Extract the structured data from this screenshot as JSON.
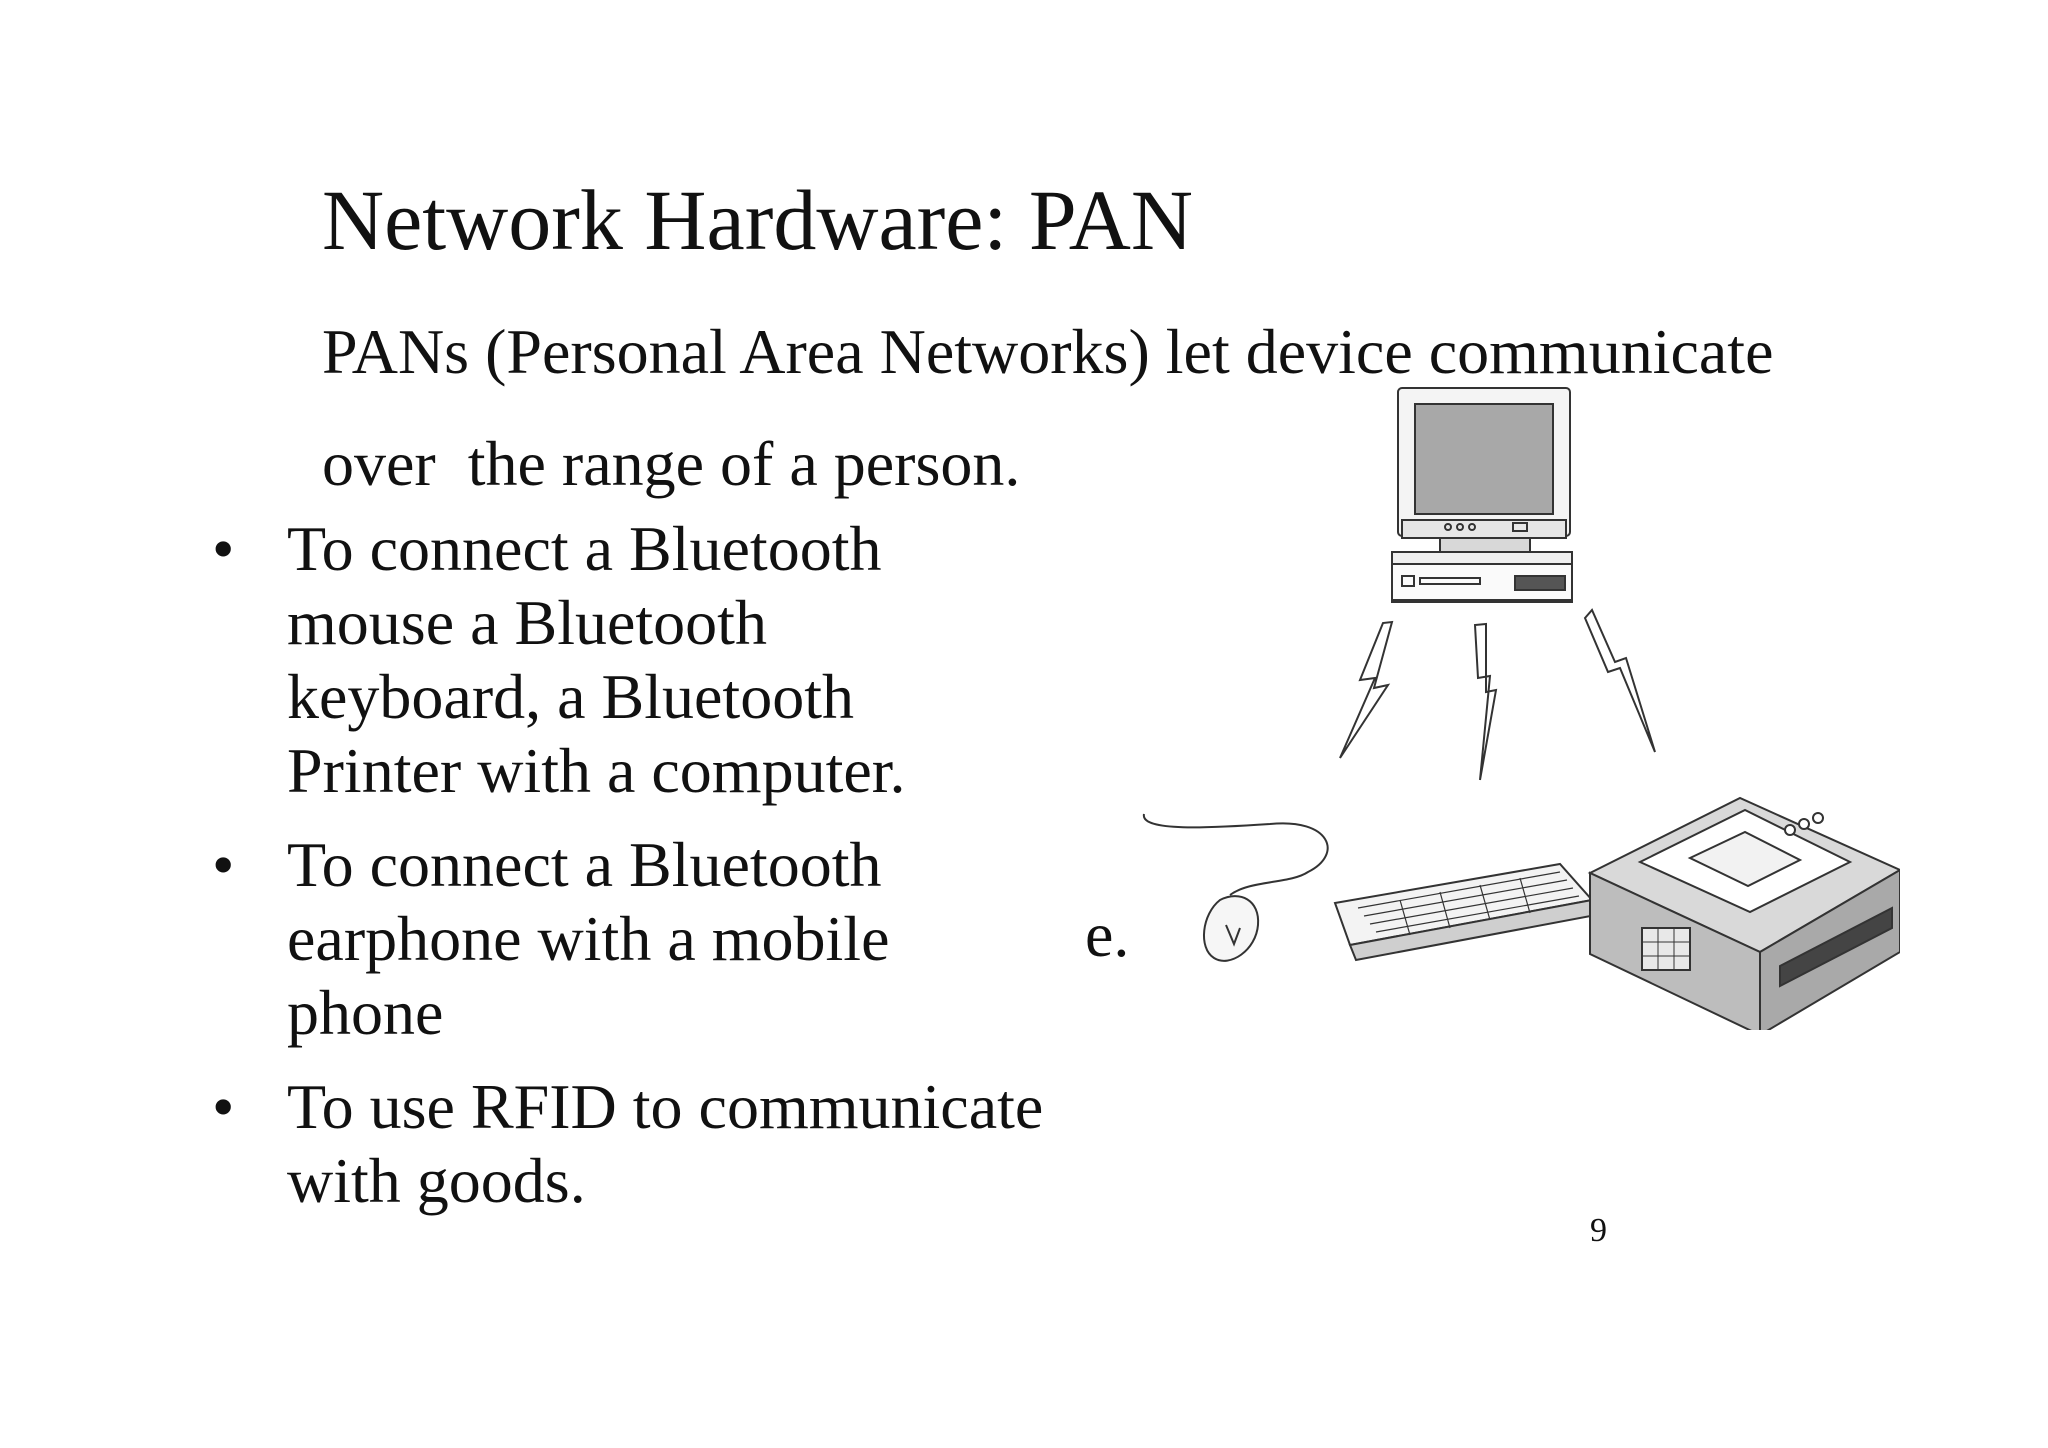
{
  "slide": {
    "title": "Network Hardware: PAN",
    "intro_lines": [
      "PANs (Personal Area Networks) let device communicate",
      "over  the range of a person."
    ],
    "bullet_symbol": "•",
    "bullets": [
      {
        "lines": [
          "To connect a Bluetooth",
          "mouse a Bluetooth",
          "keyboard, a Bluetooth",
          "Printer with a computer."
        ]
      },
      {
        "lines": [
          "To connect a Bluetooth",
          "earphone with a mobile",
          "phone"
        ]
      },
      {
        "lines": [
          "To use RFID to communicate",
          "with goods."
        ]
      }
    ],
    "stray_text": "e.",
    "page_number": "9"
  },
  "illustration": {
    "icons": [
      "computer-icon",
      "wireless-signal-icon",
      "mouse-icon",
      "keyboard-icon",
      "printer-icon"
    ]
  }
}
